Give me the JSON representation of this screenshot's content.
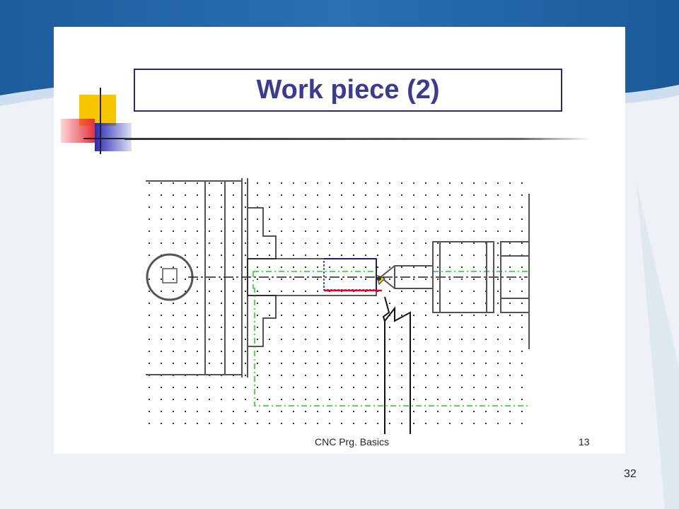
{
  "slide": {
    "title": "Work piece (2)",
    "footer_left": "CNC Prg. Basics",
    "footer_right": "13"
  },
  "page_number": "32",
  "colors": {
    "background_top": "#1a5a9a",
    "title_border": "#2a2a72",
    "title_text": "#3b3b8f",
    "deco_yellow": "#f7c600",
    "deco_red": "#e8323a",
    "deco_blue": "#2a2ab8",
    "path_green": "#22cc22",
    "cut_red": "#e0002a",
    "stock_blue": "#1a1a8a"
  }
}
